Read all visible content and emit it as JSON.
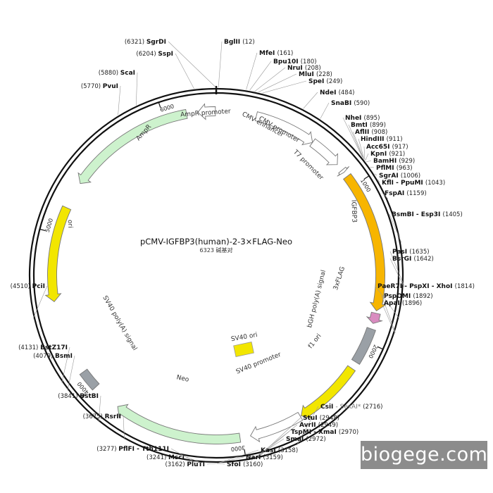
{
  "plasmid": {
    "name": "pCMV-IGFBP3(human)-2-3×FLAG-Neo",
    "length": 6323,
    "length_label": "6323 碱基对"
  },
  "ticks": [
    {
      "pos": 1000,
      "label": "1000"
    },
    {
      "pos": 2000,
      "label": "2000"
    },
    {
      "pos": 3000,
      "label": "3000"
    },
    {
      "pos": 4000,
      "label": "4000"
    },
    {
      "pos": 5000,
      "label": "5000"
    },
    {
      "pos": 6000,
      "label": "6000"
    }
  ],
  "features": [
    {
      "name": "AmpR promoter",
      "start": 6210,
      "end": 6318,
      "dir": "rev",
      "color": "#ffffff",
      "label": "AmpR promoter"
    },
    {
      "name": "CMV enhancer",
      "start": 248,
      "end": 631,
      "dir": "fwd",
      "color": "#ffffff",
      "label": "CMV enhancer"
    },
    {
      "name": "CMV promoter",
      "start": 631,
      "end": 835,
      "dir": "fwd",
      "color": "#ffffff",
      "label": "CMV promoter"
    },
    {
      "name": "T7 promoter",
      "start": 880,
      "end": 898,
      "dir": "fwd",
      "color": "#ffffff",
      "label": "T7 promoter"
    },
    {
      "name": "IGFBP3",
      "start": 929,
      "end": 1800,
      "dir": "fwd",
      "color": "#f7b500",
      "label": "IGFBP3"
    },
    {
      "name": "3xFLAG",
      "start": 1815,
      "end": 1880,
      "dir": "fwd",
      "color": "#d98cc0",
      "label": "3xFLAG"
    },
    {
      "name": "bGH poly(A) signal",
      "start": 1915,
      "end": 2140,
      "dir": "none",
      "color": "#9aa0a6",
      "label": "bGH poly(A) signal"
    },
    {
      "name": "f1 ori",
      "start": 2186,
      "end": 2614,
      "dir": "fwd",
      "color": "#f2e600",
      "label": "f1 ori"
    },
    {
      "name": "SV40 promoter",
      "start": 2620,
      "end": 2950,
      "dir": "fwd",
      "color": "#ffffff",
      "label": "SV40 promoter"
    },
    {
      "name": "Neo",
      "start": 3015,
      "end": 3810,
      "dir": "fwd",
      "color": "#cdf2cd",
      "label": "Neo"
    },
    {
      "name": "SV40 poly(A) signal",
      "start": 3990,
      "end": 4110,
      "dir": "none",
      "color": "#9aa0a6",
      "label": "SV40 poly(A) signal"
    },
    {
      "name": "ori",
      "start": 4580,
      "end": 5170,
      "dir": "rev",
      "color": "#f2e600",
      "label": "ori"
    },
    {
      "name": "AmpR",
      "start": 5340,
      "end": 6140,
      "dir": "rev",
      "color": "#cdf2cd",
      "label": "AmpR"
    }
  ],
  "inner_features": [
    {
      "name": "SV40 ori",
      "label": "SV40 ori",
      "color": "#f2e600"
    }
  ],
  "sites": [
    {
      "name": "SgrDI",
      "pos": "6321"
    },
    {
      "name": "BglII",
      "pos": "12"
    },
    {
      "name": "SspI",
      "pos": "6204"
    },
    {
      "name": "MfeI",
      "pos": "161"
    },
    {
      "name": "Bpu10I",
      "pos": "180"
    },
    {
      "name": "NruI",
      "pos": "208"
    },
    {
      "name": "MluI",
      "pos": "228"
    },
    {
      "name": "SpeI",
      "pos": "249"
    },
    {
      "name": "ScaI",
      "pos": "5880"
    },
    {
      "name": "PvuI",
      "pos": "5770"
    },
    {
      "name": "NdeI",
      "pos": "484"
    },
    {
      "name": "SnaBI",
      "pos": "590"
    },
    {
      "name": "NheI",
      "pos": "895"
    },
    {
      "name": "BmtI",
      "pos": "899"
    },
    {
      "name": "AflII",
      "pos": "908"
    },
    {
      "name": "HindIII",
      "pos": "911"
    },
    {
      "name": "Acc65I",
      "pos": "917"
    },
    {
      "name": "KpnI",
      "pos": "921"
    },
    {
      "name": "BamHI",
      "pos": "929"
    },
    {
      "name": "PflMI",
      "pos": "963"
    },
    {
      "name": "SgrAI",
      "pos": "1006"
    },
    {
      "name": "KflI - PpuMI",
      "pos": "1043"
    },
    {
      "name": "FspAI",
      "pos": "1159"
    },
    {
      "name": "BsmBI - Esp3I",
      "pos": "1405"
    },
    {
      "name": "PasI",
      "pos": "1635"
    },
    {
      "name": "BsrGI",
      "pos": "1642"
    },
    {
      "name": "PaeR7I - PspXI - XhoI",
      "pos": "1814"
    },
    {
      "name": "PspOMI",
      "pos": "1892"
    },
    {
      "name": "ApaI",
      "pos": "1896"
    },
    {
      "name": "PciI",
      "pos": "4510"
    },
    {
      "name": "BstZ17I",
      "pos": "4131"
    },
    {
      "name": "BsmI",
      "pos": "4079"
    },
    {
      "name": "BstBI",
      "pos": "3841"
    },
    {
      "name": "RsrII",
      "pos": "3675"
    },
    {
      "name": "CsiI",
      "pos": "2716",
      "extra": "SexAI*"
    },
    {
      "name": "StuI",
      "pos": "2948"
    },
    {
      "name": "AvrII",
      "pos": "2949"
    },
    {
      "name": "TspMI - XmaI",
      "pos": "2970"
    },
    {
      "name": "SmaI",
      "pos": "2972"
    },
    {
      "name": "KasI",
      "pos": "3158"
    },
    {
      "name": "NarI",
      "pos": "3159"
    },
    {
      "name": "SfoI",
      "pos": "3160"
    },
    {
      "name": "PluTI",
      "pos": "3162"
    },
    {
      "name": "MscI",
      "pos": "3241"
    },
    {
      "name": "PflFI - Tth111I",
      "pos": "3277"
    }
  ],
  "watermark": "biogege.com"
}
